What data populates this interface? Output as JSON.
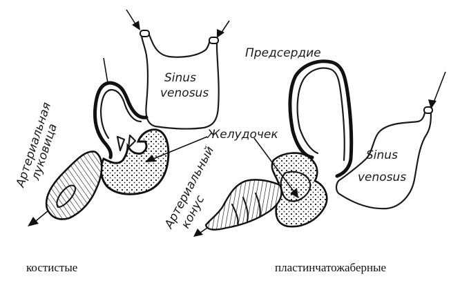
{
  "labels": {
    "sinus_left_1": "Sinus",
    "sinus_left_2": "venosus",
    "sinus_right_1": "Sinus",
    "sinus_right_2": "venosus",
    "atrium": "Предсердие",
    "ventricle": "Желудочек",
    "bulbus_1": "Артериальная",
    "bulbus_2": "луковица",
    "conus_1": "Артериальный",
    "conus_2": "конус"
  },
  "captions": {
    "left": "костистые",
    "right": "пластинчатожаберные"
  }
}
